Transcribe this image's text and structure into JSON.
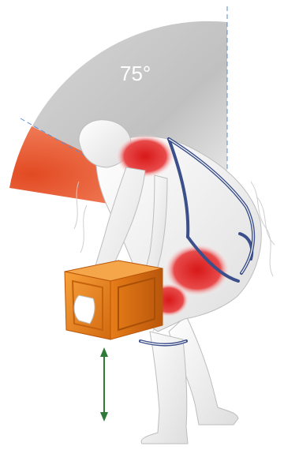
{
  "figure": {
    "angle_label": "75°",
    "colors": {
      "arc_light": "#e9e9e9",
      "arc_dark": "#bdbdbd",
      "danger_zone": "#e24a22",
      "strain": "#e01f1f",
      "harness": "#3b4f8a",
      "box": "#f28a1e",
      "box_dark": "#c4620e",
      "lift_arrow": "#2f7a3a",
      "guide_line": "#5b8fd6"
    },
    "icons": [
      "arc-sector",
      "lift-arrow",
      "guide-line"
    ]
  }
}
